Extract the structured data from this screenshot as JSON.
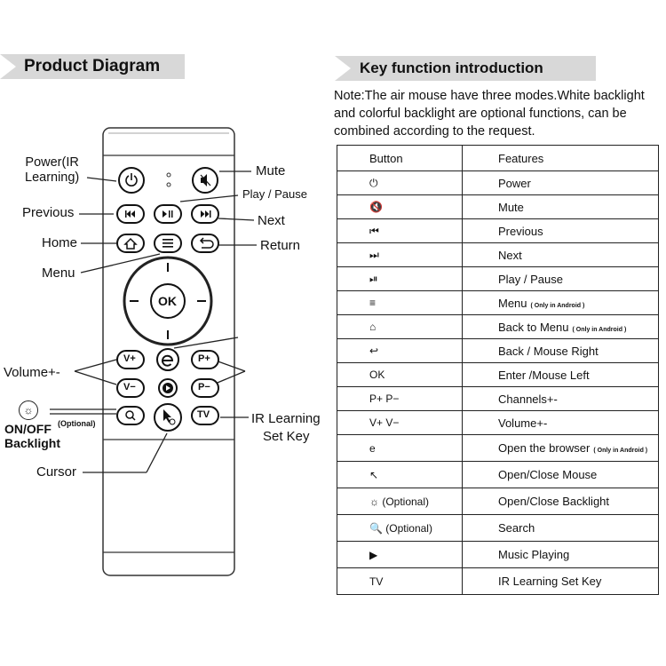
{
  "headers": {
    "left": "Product Diagram",
    "right": "Key function introduction"
  },
  "note": "Note:The air mouse have three modes.White backlight and colorful backlight are optional functions, can be combined according to the request.",
  "diagram": {
    "labels": {
      "power": "Power(IR\nLearning)",
      "mute": "Mute",
      "play_pause": "Play / Pause",
      "previous": "Previous",
      "next": "Next",
      "home": "Home",
      "return": "Return",
      "menu": "Menu",
      "volume": "Volume+-",
      "optional": "(Optional)",
      "onoff": "ON/OFF",
      "backlight": "Backlight",
      "ir_learning": "IR Learning",
      "set_key": "Set Key",
      "cursor": "Cursor"
    },
    "buttons": {
      "ok": "OK",
      "vplus": "V+",
      "vminus": "V−",
      "pplus": "P+",
      "pminus": "P−",
      "tv": "TV"
    }
  },
  "table": {
    "header": {
      "button": "Button",
      "features": "Features"
    },
    "rows": [
      {
        "button": "⏻",
        "feature": "Power",
        "note": ""
      },
      {
        "button": "🔇",
        "feature": "Mute",
        "note": ""
      },
      {
        "button": "⏮",
        "feature": "Previous",
        "note": ""
      },
      {
        "button": "⏭",
        "feature": "Next",
        "note": ""
      },
      {
        "button": "⏯",
        "feature": "Play / Pause",
        "note": ""
      },
      {
        "button": "≡",
        "feature": "Menu",
        "note": "( Only in Android )"
      },
      {
        "button": "⌂",
        "feature": "Back to Menu",
        "note": "( Only in Android )"
      },
      {
        "button": "↩",
        "feature": "Back / Mouse Right",
        "note": ""
      },
      {
        "button": "OK",
        "feature": "Enter /Mouse Left",
        "note": ""
      },
      {
        "button": "P+ P−",
        "feature": "Channels+-",
        "note": ""
      },
      {
        "button": "V+ V−",
        "feature": "Volume+-",
        "note": ""
      },
      {
        "button": "e",
        "feature": "Open the browser",
        "note": "( Only in Android )"
      },
      {
        "button": "↖",
        "feature": "Open/Close Mouse",
        "note": ""
      },
      {
        "button": "☼ (Optional)",
        "feature": "Open/Close Backlight",
        "note": ""
      },
      {
        "button": "🔍 (Optional)",
        "feature": "Search",
        "note": ""
      },
      {
        "button": "▶",
        "feature": "Music Playing",
        "note": ""
      },
      {
        "button": "TV",
        "feature": "IR Learning Set Key",
        "note": ""
      }
    ]
  }
}
